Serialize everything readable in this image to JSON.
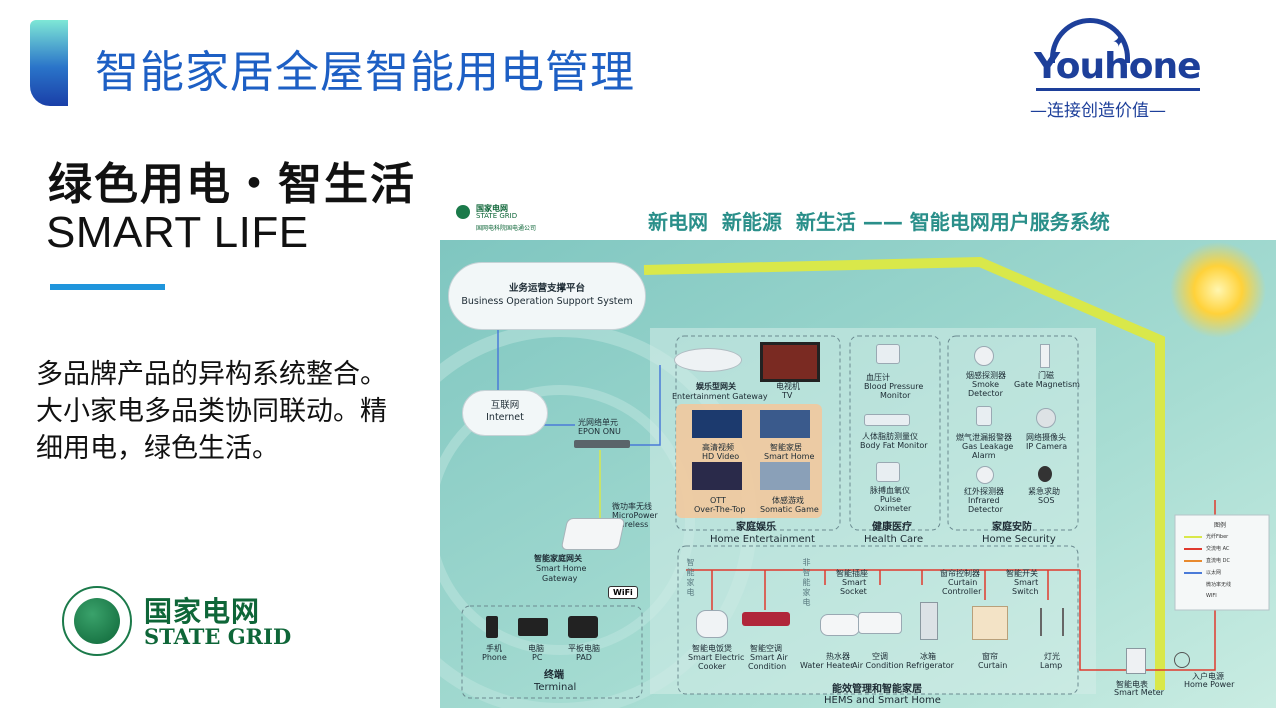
{
  "header": {
    "title": "智能家居全屋智能用电管理",
    "logo_text": "Youhone",
    "logo_slogan": "—连接创造价值—"
  },
  "left": {
    "subtitle_cn": "绿色用电・智生活",
    "subtitle_en": "SMART LIFE",
    "description": "多品牌产品的异构系统整合。大小家电多品类协同联动。精细用电，绿色生活。",
    "state_grid_cn": "国家电网",
    "state_grid_en": "STATE GRID"
  },
  "diagram": {
    "banner_title": "新电网  新能源  新生活 —— 智能电网用户服务系统",
    "corner_logo_cn": "国家电网",
    "corner_logo_en": "STATE GRID",
    "corner_logo_sub": "国网电科院国电通公司",
    "cloud_platform": {
      "cn": "业务运营支撑平台",
      "en": "Business Operation Support System"
    },
    "cloud_internet": {
      "cn": "互联网",
      "en": "Internet"
    },
    "onu": {
      "cn": "光网络单元",
      "en": "EPON ONU"
    },
    "micropower": {
      "cn": "微功率无线",
      "en1": "MicroPower",
      "en2": "wireless"
    },
    "gateway": {
      "cn": "智能家庭网关",
      "en1": "Smart Home",
      "en2": "Gateway"
    },
    "wifi_badge": "WiFi",
    "ent_gateway": {
      "cn": "娱乐型网关",
      "en": "Entertainment Gateway"
    },
    "tv": {
      "cn": "电视机",
      "en": "TV"
    },
    "ent_items": [
      {
        "cn": "高清视频",
        "en": "HD Video"
      },
      {
        "cn": "智能家居",
        "en": "Smart Home"
      },
      {
        "cn": "OTT",
        "en": "Over-The-Top"
      },
      {
        "cn": "体感游戏",
        "en": "Somatic Game"
      }
    ],
    "home_entertainment": {
      "cn": "家庭娱乐",
      "en": "Home  Entertainment"
    },
    "health_items": [
      {
        "cn": "血压计",
        "en1": "Blood Pressure",
        "en2": "Monitor"
      },
      {
        "cn": "人体脂肪测量仪",
        "en1": "Body Fat Monitor",
        "en2": ""
      },
      {
        "cn": "脉搏血氧仪",
        "en1": "Pulse",
        "en2": "Oximeter"
      }
    ],
    "health_care": {
      "cn": "健康医疗",
      "en": "Health Care"
    },
    "security_items": [
      {
        "cn": "烟感探测器",
        "en1": "Smoke",
        "en2": "Detector"
      },
      {
        "cn": "门磁",
        "en1": "Gate Magnetism",
        "en2": ""
      },
      {
        "cn": "燃气泄漏报警器",
        "en1": "Gas Leakage",
        "en2": "Alarm"
      },
      {
        "cn": "网络摄像头",
        "en1": "IP Camera",
        "en2": ""
      },
      {
        "cn": "红外探测器",
        "en1": "Infrared",
        "en2": "Detector"
      },
      {
        "cn": "紧急求助",
        "en1": "SOS",
        "en2": ""
      }
    ],
    "home_security": {
      "cn": "家庭安防",
      "en": "Home Security"
    },
    "side_label_1": "智能家电",
    "side_label_2": "非智能家电",
    "smart_socket": {
      "cn": "智能插座",
      "en1": "Smart",
      "en2": "Socket"
    },
    "curtain_ctrl": {
      "cn": "窗帘控制器",
      "en1": "Curtain",
      "en2": "Controller"
    },
    "smart_switch": {
      "cn": "智能开关",
      "en1": "Smart",
      "en2": "Switch"
    },
    "appliances": [
      {
        "cn": "智能电饭煲",
        "en1": "Smart Electric",
        "en2": "Cooker"
      },
      {
        "cn": "智能空调",
        "en1": "Smart Air",
        "en2": "Condition"
      },
      {
        "cn": "热水器",
        "en1": "Water Heater",
        "en2": ""
      },
      {
        "cn": "空调",
        "en1": "Air Condition",
        "en2": ""
      },
      {
        "cn": "冰箱",
        "en1": "Refrigerator",
        "en2": ""
      },
      {
        "cn": "窗帘",
        "en1": "Curtain",
        "en2": ""
      },
      {
        "cn": "灯光",
        "en1": "Lamp",
        "en2": ""
      }
    ],
    "hems": {
      "cn": "能效管理和智能家居",
      "en": "HEMS and Smart Home"
    },
    "terminals": [
      {
        "cn": "手机",
        "en": "Phone"
      },
      {
        "cn": "电脑",
        "en": "PC"
      },
      {
        "cn": "平板电脑",
        "en": "PAD"
      }
    ],
    "terminal_label": {
      "cn": "终端",
      "en": "Terminal"
    },
    "meter": {
      "cn": "智能电表",
      "en": "Smart Meter"
    },
    "home_power": {
      "cn": "入户电源",
      "en": "Home Power"
    },
    "legend_title": "图例",
    "legend_items": [
      "光纤Fiber",
      "交流电 AC",
      "直流电 DC",
      "以太网",
      "微功率无线",
      "WIFI"
    ],
    "colors": {
      "house_outline": "#d9e84a",
      "power_line": "#e03a2e",
      "data_line": "#4a7bd8",
      "sun": "#ffd23a"
    }
  }
}
